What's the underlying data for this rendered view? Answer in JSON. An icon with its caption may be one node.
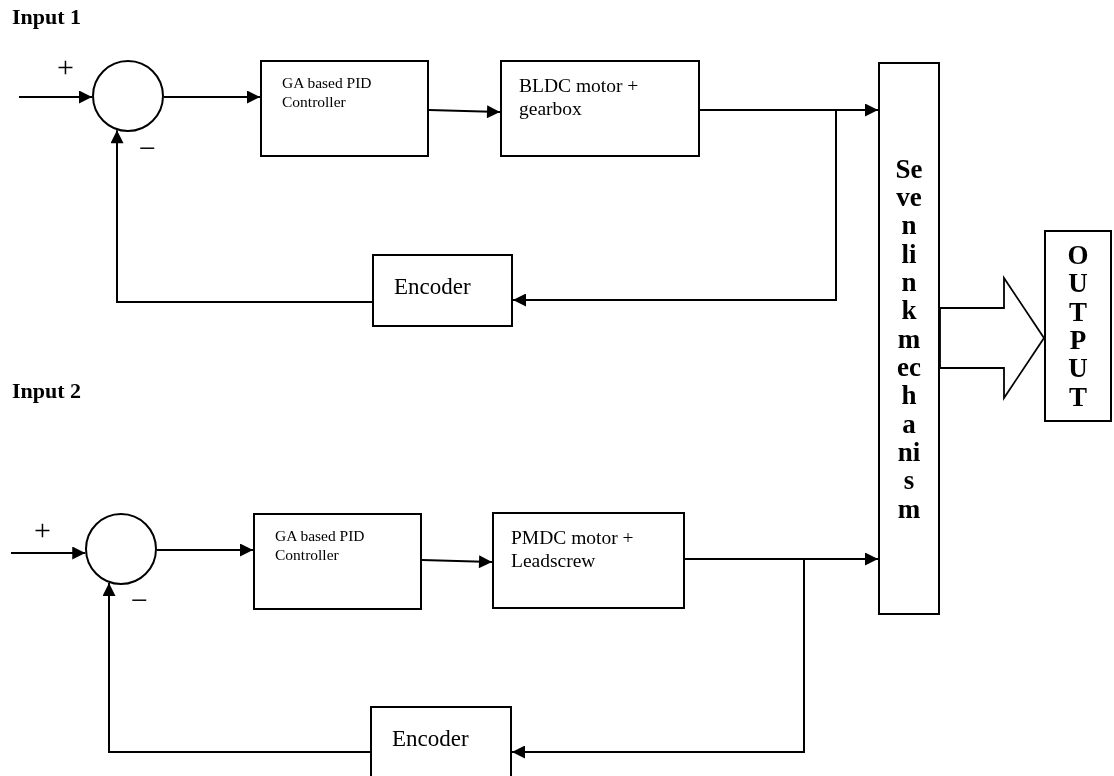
{
  "diagram": {
    "nodes": [
      {
        "text": [],
        "shape": "circle"
      },
      {
        "text": [
          "GA based PID Controller"
        ]
      },
      {
        "text": [
          "BLDC motor + gearbox"
        ]
      },
      {
        "text": [
          "Encoder"
        ]
      },
      {
        "text": [],
        "shape": "circle"
      },
      {
        "text": [
          "GA based PID Controller"
        ]
      },
      {
        "text": [
          "PMDC motor + Leadscrew"
        ]
      },
      {
        "text": [
          "Encoder"
        ]
      },
      {
        "text": [
          "Seven link mechanism"
        ]
      },
      {
        "text": [
          "OUTPUT"
        ]
      }
    ],
    "edges": [
      {
        "from": null,
        "to": 0,
        "arrow": "to"
      },
      {
        "from": 0,
        "to": 1,
        "arrow": "to"
      },
      {
        "from": 1,
        "to": 2,
        "arrow": "to"
      },
      {
        "from": 2,
        "to": 8,
        "arrow": "to"
      },
      {
        "from": 2,
        "to": 3,
        "arrow": "to"
      },
      {
        "from": 3,
        "to": 0,
        "arrow": "to"
      },
      {
        "from": null,
        "to": 4,
        "arrow": "to"
      },
      {
        "from": 4,
        "to": 5,
        "arrow": "to"
      },
      {
        "from": 5,
        "to": 6,
        "arrow": "to"
      },
      {
        "from": 6,
        "to": 8,
        "arrow": "to"
      },
      {
        "from": 6,
        "to": 7,
        "arrow": "to"
      },
      {
        "from": 7,
        "to": 4,
        "arrow": "to"
      },
      {
        "from": 8,
        "to": 9,
        "arrow": "to",
        "style": "thick"
      }
    ],
    "labels": [
      "Input 1",
      "+",
      "−",
      "Input 2",
      "+",
      "−"
    ]
  }
}
